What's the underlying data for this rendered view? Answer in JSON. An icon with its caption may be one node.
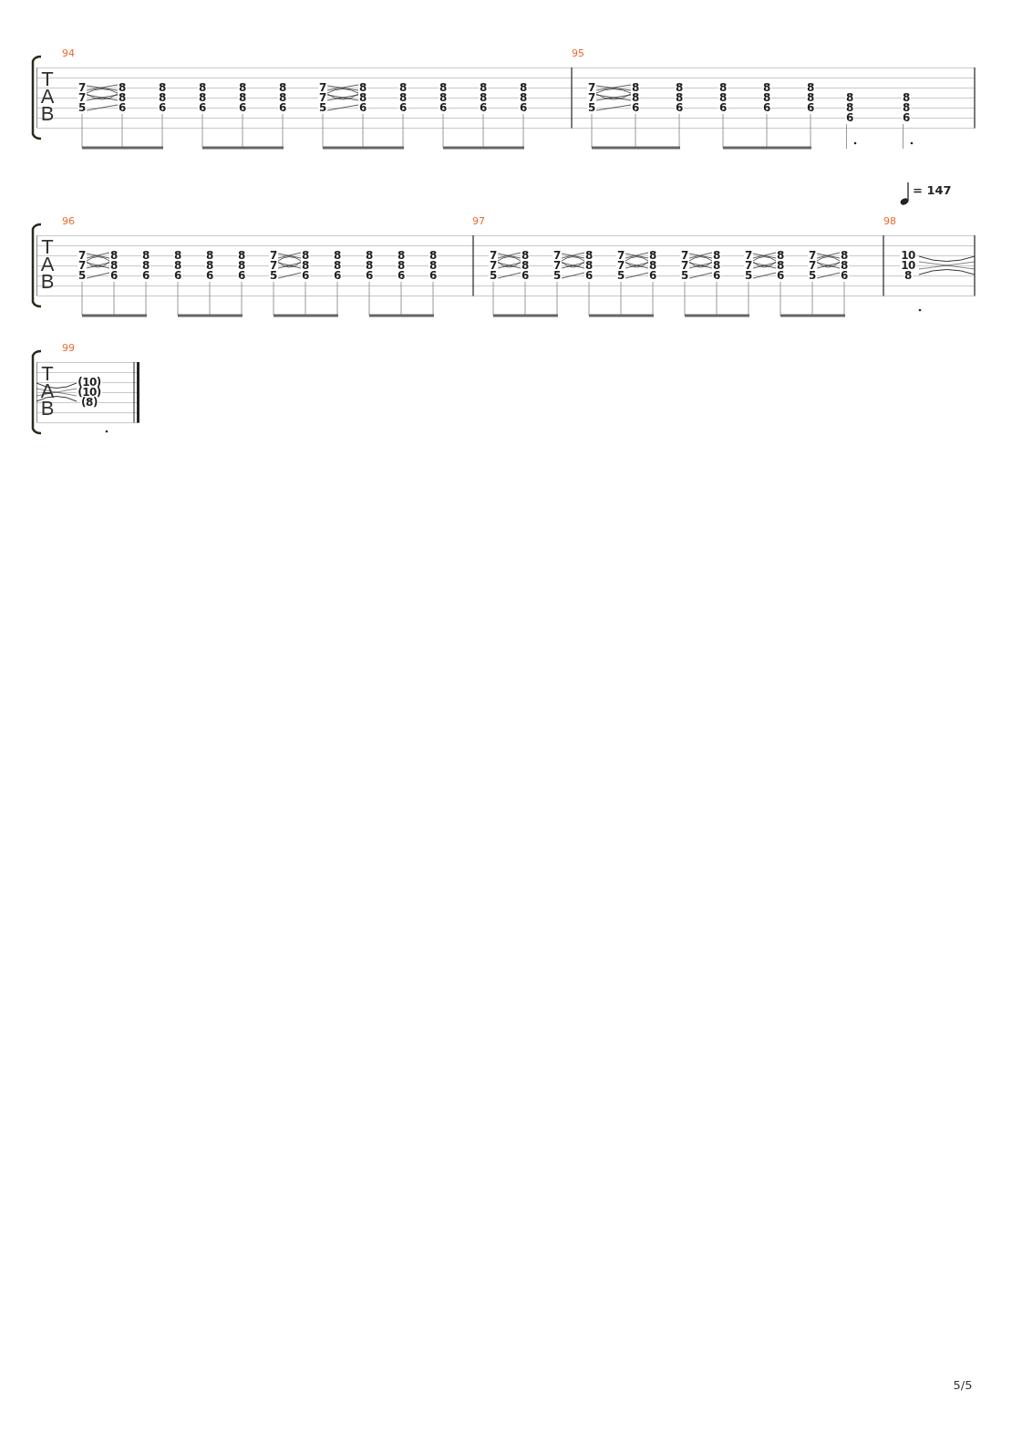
{
  "diagram": {
    "labels": [
      "T",
      "A",
      "B",
      "94",
      "7",
      "7",
      "5",
      "8",
      "8",
      "6",
      "8",
      "8",
      "6",
      "8",
      "8",
      "6",
      "8",
      "8",
      "6",
      "8",
      "8",
      "6",
      "7",
      "7",
      "5",
      "8",
      "8",
      "6",
      "8",
      "8",
      "6",
      "8",
      "8",
      "6",
      "8",
      "8",
      "6",
      "8",
      "8",
      "6",
      "95",
      "7",
      "7",
      "5",
      "8",
      "8",
      "6",
      "8",
      "8",
      "6",
      "8",
      "8",
      "6",
      "8",
      "8",
      "6",
      "8",
      "8",
      "6",
      "8",
      "8",
      "6",
      "8",
      "8",
      "6",
      "= 147",
      "T",
      "A",
      "B",
      "96",
      "7",
      "7",
      "5",
      "8",
      "8",
      "6",
      "8",
      "8",
      "6",
      "8",
      "8",
      "6",
      "8",
      "8",
      "6",
      "8",
      "8",
      "6",
      "7",
      "7",
      "5",
      "8",
      "8",
      "6",
      "8",
      "8",
      "6",
      "8",
      "8",
      "6",
      "8",
      "8",
      "6",
      "8",
      "8",
      "6",
      "97",
      "7",
      "7",
      "5",
      "8",
      "8",
      "6",
      "7",
      "7",
      "5",
      "8",
      "8",
      "6",
      "7",
      "7",
      "5",
      "8",
      "8",
      "6",
      "7",
      "7",
      "5",
      "8",
      "8",
      "6",
      "7",
      "7",
      "5",
      "8",
      "8",
      "6",
      "7",
      "7",
      "5",
      "8",
      "8",
      "6",
      "98",
      "10",
      "10",
      "8",
      "T",
      "A",
      "B",
      "99",
      "(10)",
      "(10)",
      "(8)",
      "5/5"
    ]
  }
}
